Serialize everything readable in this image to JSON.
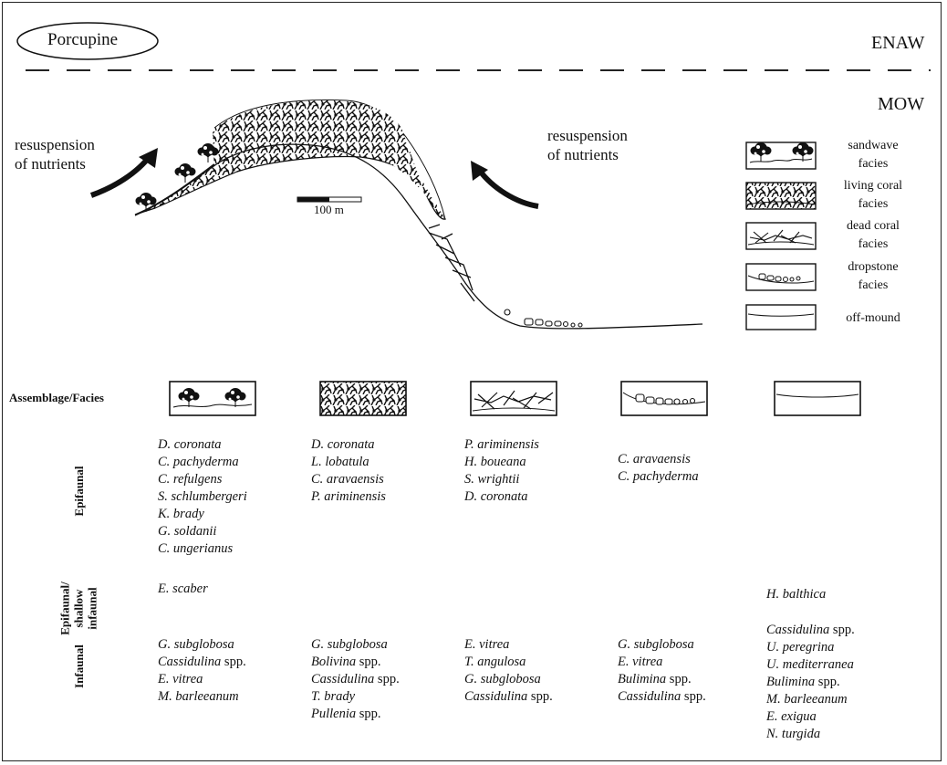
{
  "labels": {
    "location": "Porcupine",
    "water_mass_upper": "ENAW",
    "water_mass_lower": "MOW",
    "resuspension_left": "resuspension\nof nutrients",
    "resuspension_right": "resuspension\nof nutrients",
    "scale_bar": "100 m",
    "assemblage_header": "Assemblage/Facies",
    "row_epifaunal": "Epifaunal",
    "row_shallow": "Epifaunal/\nshallow\ninfaunal",
    "row_infaunal": "Infaunal"
  },
  "legend": [
    {
      "key": "sandwave",
      "line1": "sandwave",
      "line2": "facies"
    },
    {
      "key": "living",
      "line1": "living coral",
      "line2": "facies"
    },
    {
      "key": "dead",
      "line1": "dead coral",
      "line2": "facies"
    },
    {
      "key": "dropstone",
      "line1": "dropstone",
      "line2": "facies"
    },
    {
      "key": "offmound",
      "line1": "off-mound",
      "line2": ""
    }
  ],
  "columns": [
    {
      "facies": "sandwave",
      "epifaunal": [
        "D. coronata",
        "C. pachyderma",
        "C. refulgens",
        "S. schlumbergeri",
        "K. brady",
        "G. soldanii",
        "C. ungerianus"
      ],
      "shallow": [
        "E. scaber"
      ],
      "infaunal": [
        "G. subglobosa",
        "Cassidulina| spp.",
        "E. vitrea",
        "M. barleeanum"
      ]
    },
    {
      "facies": "living",
      "epifaunal": [
        "D. coronata",
        "L. lobatula",
        "C. aravaensis",
        "P. ariminensis"
      ],
      "shallow": [],
      "infaunal": [
        "G. subglobosa",
        "Bolivina| spp.",
        "Cassidulina| spp.",
        "T. brady",
        "Pullenia| spp."
      ]
    },
    {
      "facies": "dead",
      "epifaunal": [
        "P. ariminensis",
        "H. boueana",
        "S. wrightii",
        "D. coronata"
      ],
      "shallow": [],
      "infaunal": [
        "E. vitrea",
        "T. angulosa",
        "G. subglobosa",
        "Cassidulina| spp."
      ]
    },
    {
      "facies": "dropstone",
      "epifaunal": [
        "C. aravaensis",
        "C. pachyderma"
      ],
      "shallow": [],
      "infaunal": [
        "G. subglobosa",
        "E. vitrea",
        "Bulimina| spp.",
        "Cassidulina| spp."
      ]
    },
    {
      "facies": "offmound",
      "epifaunal": [],
      "shallow": [
        "H. balthica"
      ],
      "infaunal": [
        "Cassidulina| spp.",
        "U. peregrina",
        "U. mediterranea",
        "Bulimina| spp.",
        "M. barleeanum",
        "E. exigua",
        "N. turgida"
      ]
    }
  ]
}
